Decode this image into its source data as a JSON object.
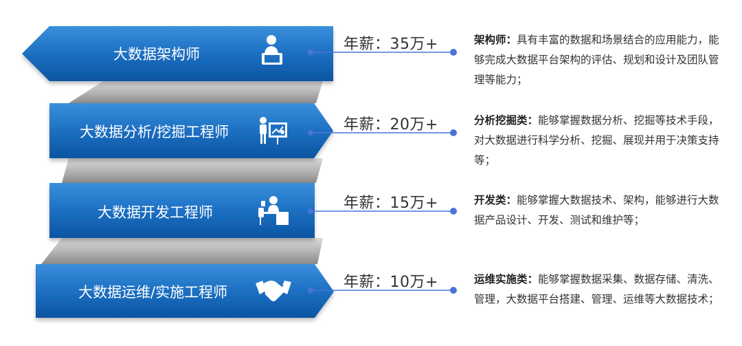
{
  "roles": [
    {
      "title": "大数据架构师",
      "icon": "presenter-laptop-icon",
      "salary": "年薪：35万+",
      "desc_head": "架构师：",
      "desc_body": "具有丰富的数据和场景结合的应用能力，能够完成大数据平台架构的评估、规划和设计及团队管理等能力；"
    },
    {
      "title": "大数据分析/挖掘工程师",
      "icon": "presentation-board-icon",
      "salary": "年薪：20万+",
      "desc_head": "分析挖掘类：",
      "desc_body": "能够掌握数据分析、挖掘等技术手段，对大数据进行科学分析、挖掘、展现并用于决策支持等；"
    },
    {
      "title": "大数据开发工程师",
      "icon": "desk-worker-icon",
      "salary": "年薪：15万+",
      "desc_head": "开发类：",
      "desc_body": "能够掌握大数据技术、架构，能够进行大数据产品设计、开发、测试和维护等；"
    },
    {
      "title": "大数据运维/实施工程师",
      "icon": "handshake-icon",
      "salary": "年薪：10万+",
      "desc_head": "运维实施类：",
      "desc_body": "能够掌握数据采集、数据存储、清洗、管理，大数据平台搭建、管理、运维等大数据技术；"
    }
  ],
  "colors": {
    "ribbon_top": "#2f86d6",
    "ribbon_bottom": "#0b5aa8",
    "connector": "#9c9c9c",
    "dot": "#4a74d6",
    "line": "#4a74d6"
  }
}
